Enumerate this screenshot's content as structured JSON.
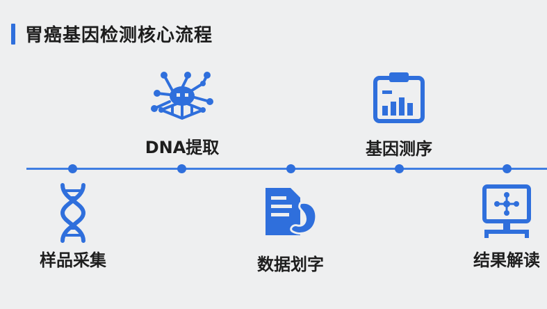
{
  "title": "胃癌基因检测核心流程",
  "accent_color": "#2f6fdc",
  "steps": [
    {
      "label": "样品采集",
      "icon": "dna-helix-icon"
    },
    {
      "label": "DNA提取",
      "icon": "molecule-network-icon"
    },
    {
      "label": "数据划字",
      "icon": "document-stomach-icon"
    },
    {
      "label": "基因测序",
      "icon": "clipboard-bar-chart-icon"
    },
    {
      "label": "结果解读",
      "icon": "monitor-network-icon"
    }
  ]
}
